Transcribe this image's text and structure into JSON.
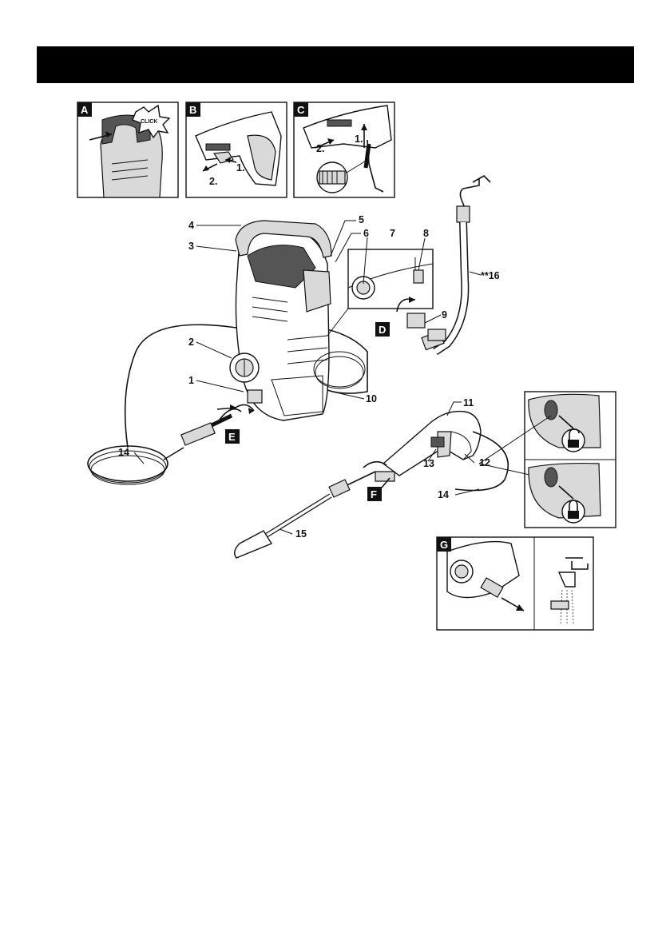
{
  "callouts": {
    "c1": "1",
    "c2": "2",
    "c3": "3",
    "c4": "4",
    "c5": "5",
    "c6": "6",
    "c7": "7",
    "c8": "8",
    "c9": "9",
    "c10": "10",
    "c11": "11",
    "c12": "12",
    "c13": "13",
    "c14a": "14",
    "c14b": "14",
    "c15": "15",
    "c16": "**16"
  },
  "steps": {
    "a": "A",
    "b": "B",
    "c": "C",
    "d": "D",
    "e": "E",
    "f": "F",
    "g": "G"
  },
  "panel_text": {
    "click": "CLICK",
    "b_step1": "1.",
    "b_step2": "2.",
    "c_step1": "1.",
    "c_step2": "2."
  },
  "icons": [
    "unlocked-padlock-icon",
    "locked-padlock-icon",
    "water-tap-icon",
    "arrow-icon"
  ]
}
